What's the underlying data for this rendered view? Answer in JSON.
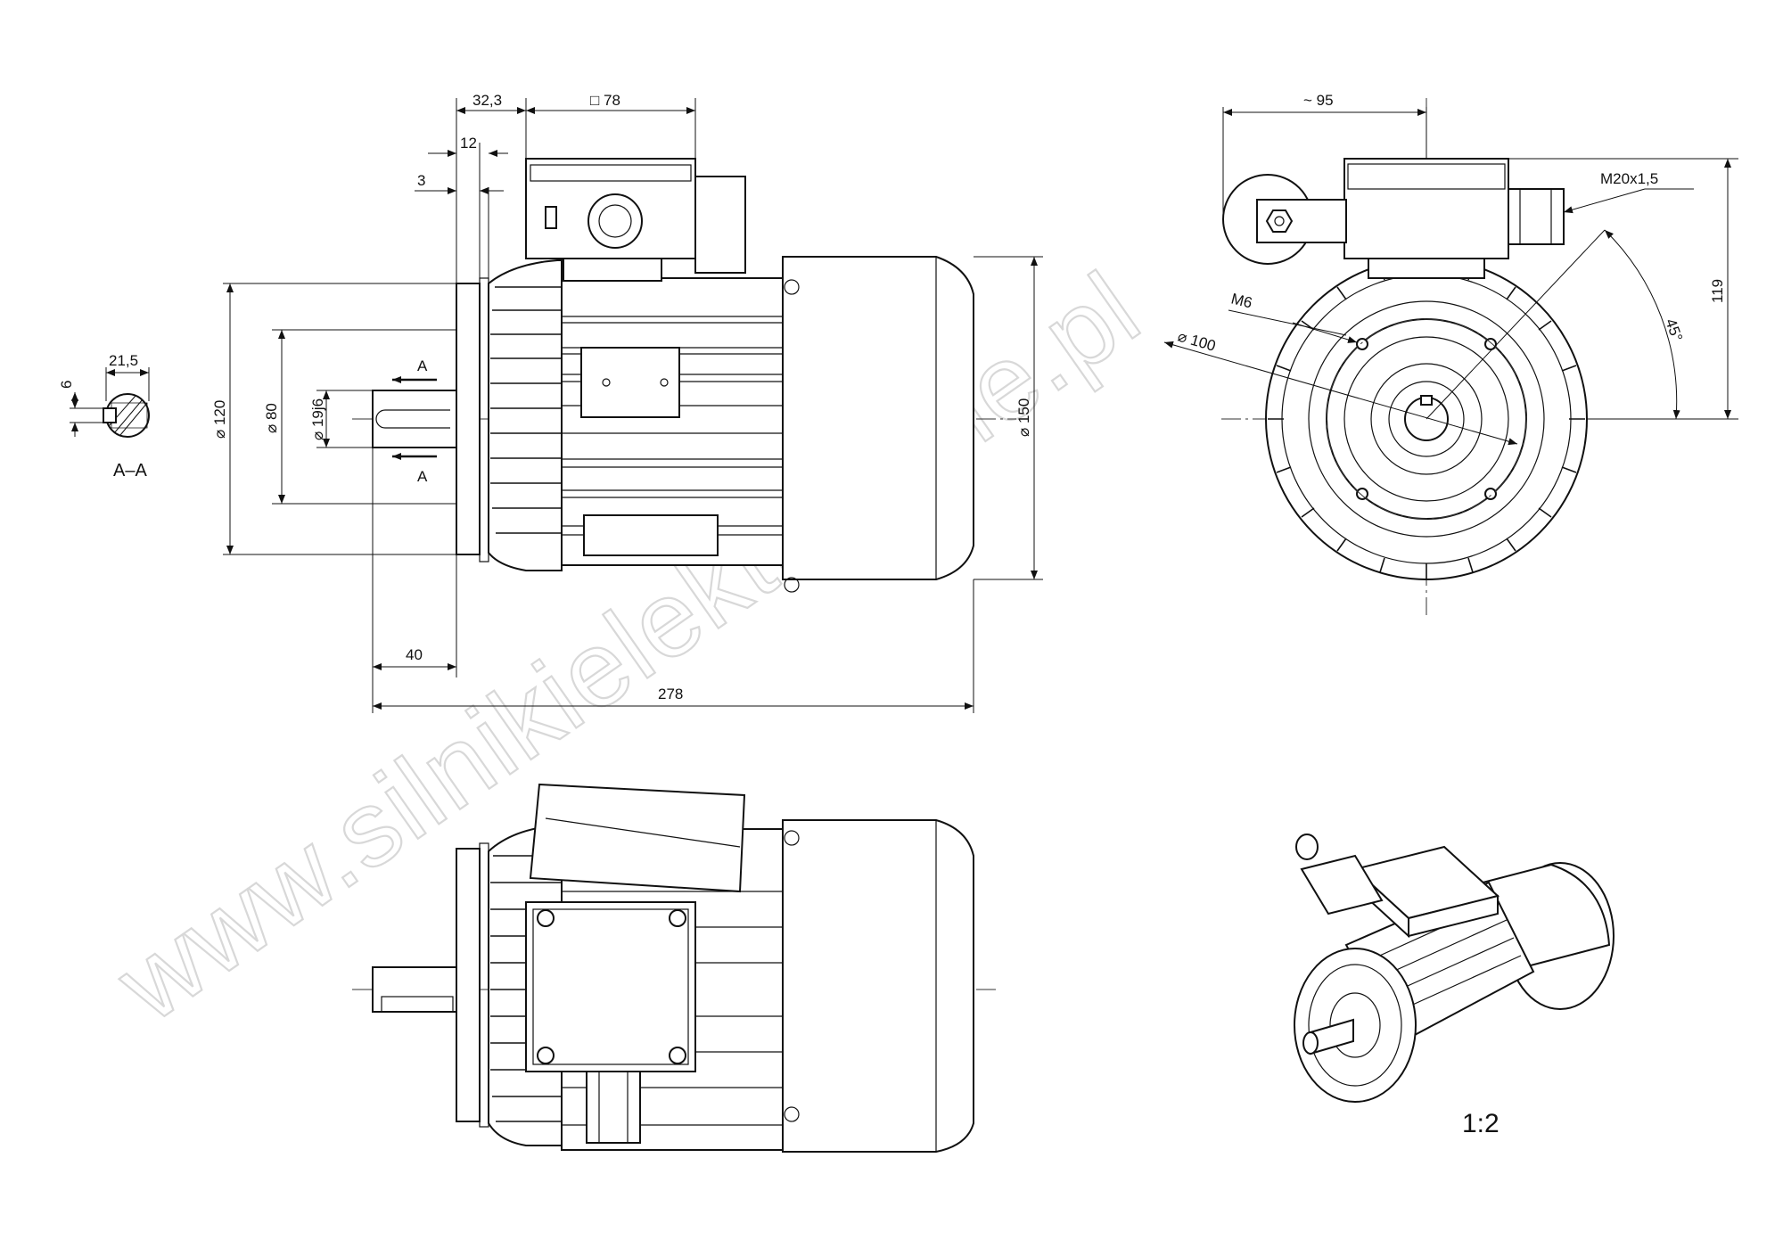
{
  "dimensions": {
    "d_32_3": "32,3",
    "d_78": "□ 78",
    "d_12": "12",
    "d_3": "3",
    "d_95": "~ 95",
    "d_m20": "M20x1,5",
    "d_m6": "M6",
    "d_100": "⌀ 100",
    "d_45": "45°",
    "d_119": "119",
    "d_120": "⌀ 120",
    "d_80": "⌀ 80",
    "d_19": "⌀ 19j6",
    "d_150": "⌀ 150",
    "d_40": "40",
    "d_278": "278",
    "d_21_5": "21,5",
    "d_6": "6"
  },
  "section": {
    "label": "A–A",
    "marker": "A"
  },
  "scale": "1:2",
  "watermark": "www.silnikielektryczne.pl",
  "colors": {
    "line": "#111111",
    "background": "#ffffff",
    "watermark": "#d8d8d8"
  }
}
